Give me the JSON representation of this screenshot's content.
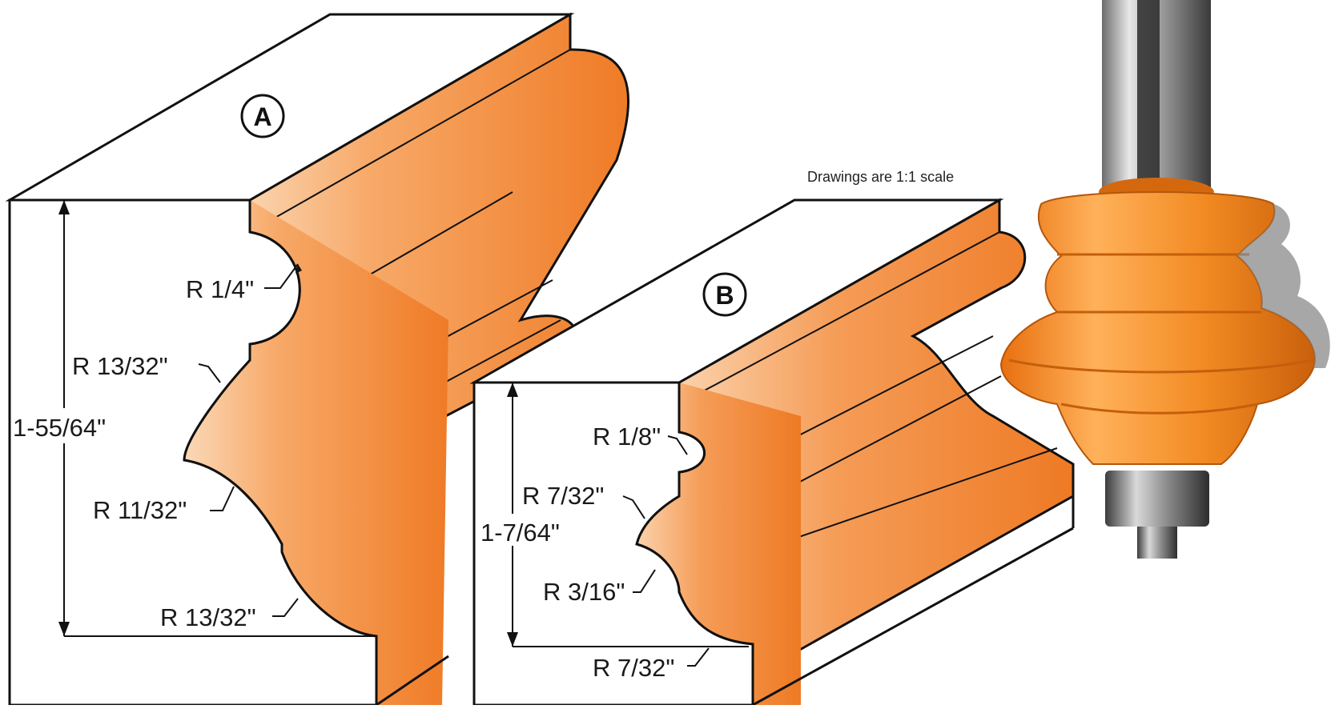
{
  "note": "Drawings are 1:1 scale",
  "profile_a": {
    "letter": "A",
    "height": "1-55/64\"",
    "radii": [
      "R 1/4\"",
      "R 13/32\"",
      "R 11/32\"",
      "R 13/32\""
    ]
  },
  "profile_b": {
    "letter": "B",
    "height": "1-7/64\"",
    "radii": [
      "R 1/8\"",
      "R 7/32\"",
      "R 3/16\"",
      "R 7/32\""
    ]
  },
  "colors": {
    "profile_orange": "#F07F2A",
    "profile_light": "#FAD0A8",
    "bit_orange": "#F08A1E",
    "outline": "#111111"
  }
}
